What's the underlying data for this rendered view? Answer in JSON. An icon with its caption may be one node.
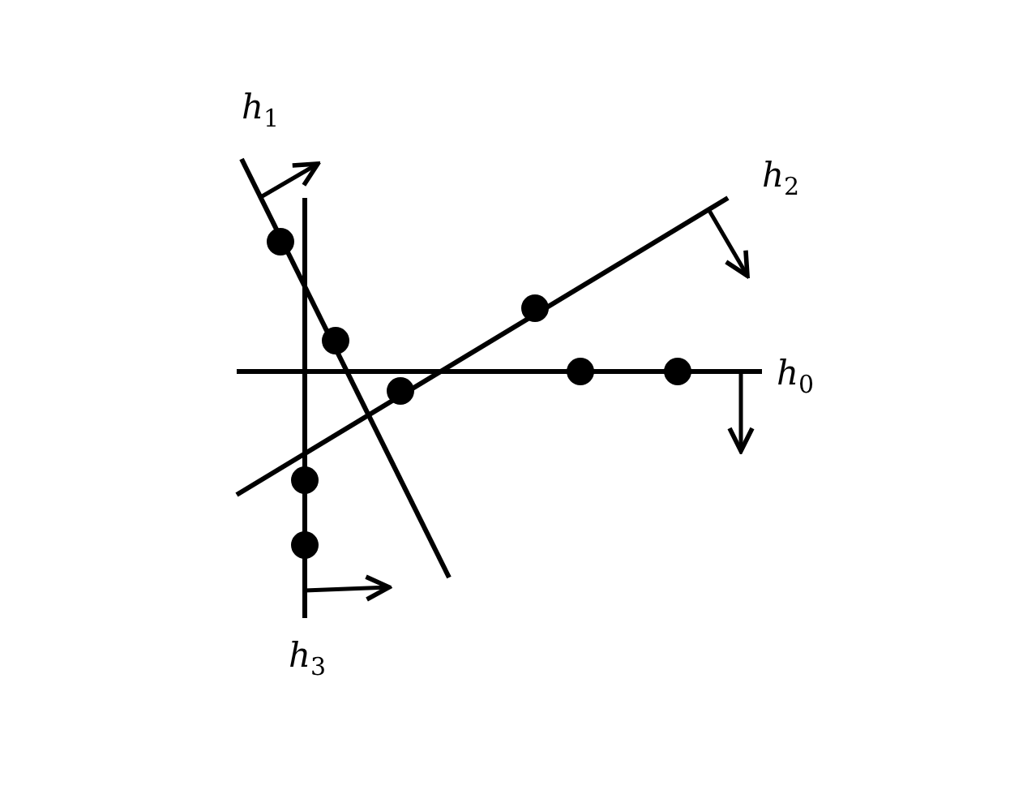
{
  "diagram": {
    "labels": [
      "*h*$_{1}$",
      "*h*$_{2}$",
      "*h*$_{0}$",
      "*h*$_{3}$"
    ]
  }
}
